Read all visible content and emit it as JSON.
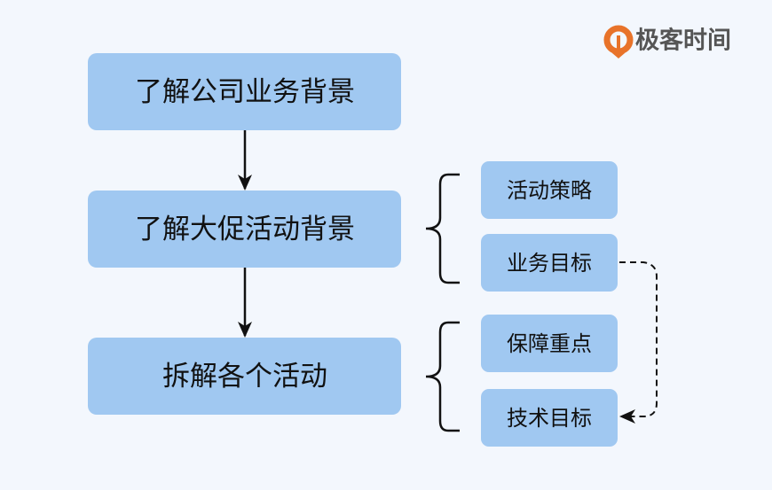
{
  "logo": {
    "text": "极客时间",
    "accent": "#e8732a"
  },
  "main_steps": [
    "了解公司业务背景",
    "了解大促活动背景",
    "拆解各个活动"
  ],
  "group1": [
    "活动策略",
    "业务目标"
  ],
  "group2": [
    "保障重点",
    "技术目标"
  ],
  "colors": {
    "box": "#a0c8f1",
    "background": "#f3f7fd",
    "line": "#111111"
  }
}
